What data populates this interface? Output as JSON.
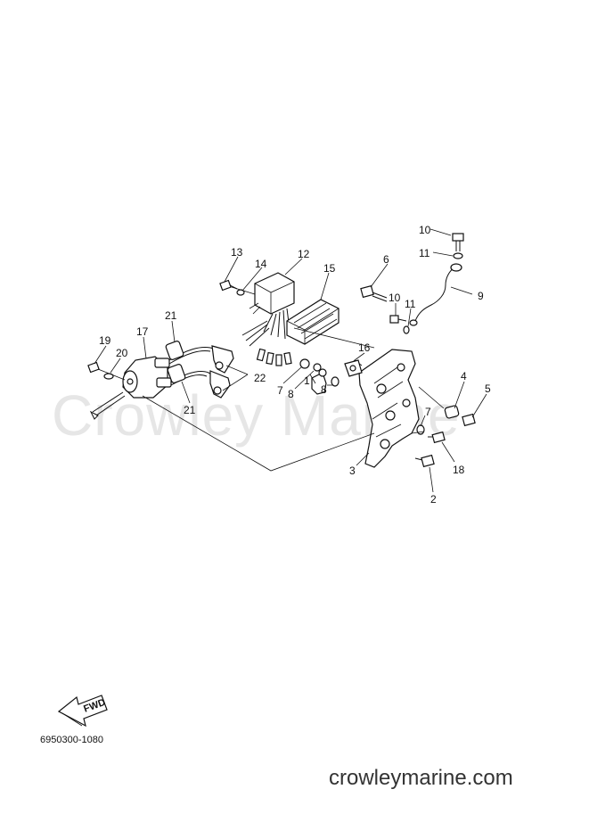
{
  "watermark": "Crowley Marine",
  "part_code": "6950300-1080",
  "footer_url": "crowleymarine.com",
  "fwd_label": "FWD",
  "callouts": {
    "c1": "1",
    "c2": "2",
    "c3": "3",
    "c4": "4",
    "c5": "5",
    "c6": "6",
    "c7a": "7",
    "c7b": "7",
    "c8a": "8",
    "c8b": "8",
    "c9": "9",
    "c10a": "10",
    "c10b": "10",
    "c11a": "11",
    "c11b": "11",
    "c12": "12",
    "c13": "13",
    "c14": "14",
    "c15": "15",
    "c16": "16",
    "c17": "17",
    "c18": "18",
    "c19": "19",
    "c20": "20",
    "c21a": "21",
    "c21b": "21",
    "c22": "22"
  }
}
